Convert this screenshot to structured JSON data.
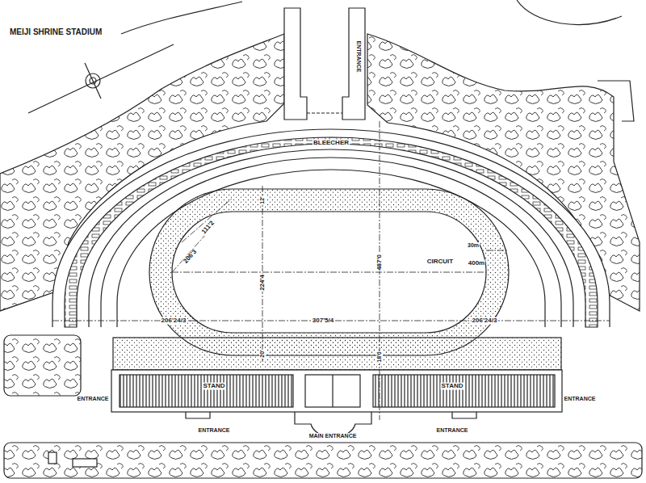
{
  "diagram": {
    "title": "MEIJI SHRINE STADIUM",
    "labels": [
      "ENTRANCE",
      "BLEECHER",
      "111'2",
      "206'3",
      "224'4",
      "12'",
      "487'0",
      "CIRCUIT",
      "400m",
      "30m",
      "206'24/3",
      "307'5/4",
      "206'24/3",
      "20'",
      "18'0",
      "STAND",
      "STAND",
      "ENTRANCE",
      "ENTRANCE",
      "ENTRANCE",
      "ENTRANCE",
      "MAIN ENTRANCE"
    ]
  }
}
